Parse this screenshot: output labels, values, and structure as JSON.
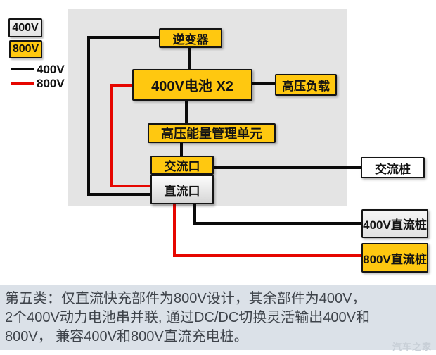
{
  "legend": {
    "box_400v": "400V",
    "box_800v": "800V",
    "line_400v_label": "400V",
    "line_800v_label": "800V"
  },
  "diagram": {
    "nodes": {
      "inverter": "逆变器",
      "battery": "400V电池 X2",
      "hv_load": "高压负载",
      "hv_energy_mgmt": "高压能量管理单元",
      "ac_port": "交流口",
      "dc_port": "直流口",
      "ac_pile": "交流桩",
      "dc_pile_400v": "400V直流桩",
      "dc_pile_800v": "800V直流桩"
    },
    "connections": [
      {
        "from": "inverter",
        "to": "dc_port",
        "voltage": "400V",
        "color": "black"
      },
      {
        "from": "inverter",
        "to": "battery",
        "voltage": "400V",
        "color": "black"
      },
      {
        "from": "battery",
        "to": "hv_load",
        "voltage": "400V",
        "color": "black"
      },
      {
        "from": "battery",
        "to": "hv_energy_mgmt",
        "voltage": "400V",
        "color": "black"
      },
      {
        "from": "battery",
        "to": "dc_port",
        "voltage": "800V",
        "color": "red"
      },
      {
        "from": "hv_energy_mgmt",
        "to": "ac_port",
        "voltage": "400V",
        "color": "black"
      },
      {
        "from": "ac_port",
        "to": "ac_pile",
        "voltage": "400V",
        "color": "black"
      },
      {
        "from": "dc_port",
        "to": "dc_pile_400v",
        "voltage": "400V",
        "color": "black"
      },
      {
        "from": "dc_port",
        "to": "dc_pile_800v",
        "voltage": "800V",
        "color": "red"
      }
    ]
  },
  "colors": {
    "yellow_800v_component": "#FFC810",
    "gray_400v_component": "#E9E9E9",
    "vehicle_panel_gray": "#E4E4E4",
    "wire_400v_black": "#0A0A0A",
    "wire_800v_red": "#E60600",
    "caption_background": "#DBE1E8"
  },
  "caption": {
    "line1": "第五类：仅直流快充部件为800V设计，其余部件为400V，",
    "line2": "2个400V动力电池串并联, 通过DC/DC切换灵活输出400V和",
    "line3": "800V， 兼容400V和800V直流充电桩。"
  },
  "watermark": "汽车之家"
}
